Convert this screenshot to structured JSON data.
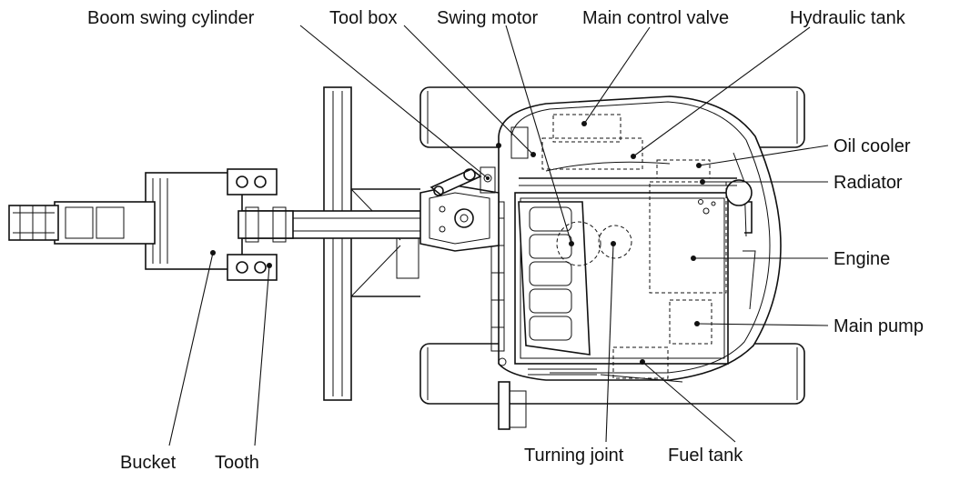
{
  "labels": {
    "boom_swing_cylinder": "Boom swing cylinder",
    "tool_box": "Tool box",
    "swing_motor": "Swing motor",
    "main_control_valve": "Main control valve",
    "hydraulic_tank": "Hydraulic tank",
    "oil_cooler": "Oil cooler",
    "radiator": "Radiator",
    "engine": "Engine",
    "main_pump": "Main pump",
    "bucket": "Bucket",
    "tooth": "Tooth",
    "turning_joint": "Turning joint",
    "fuel_tank": "Fuel tank"
  },
  "colors": {
    "line": "#111111",
    "background": "#ffffff"
  }
}
